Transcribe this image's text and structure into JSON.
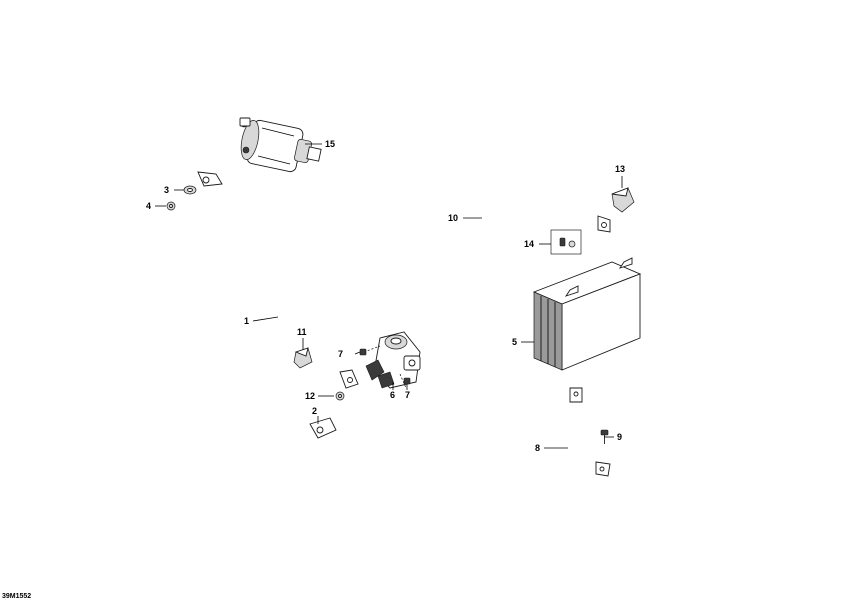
{
  "figure_ref": "39M1552",
  "callouts": {
    "c1": "1",
    "c2": "2",
    "c3": "3",
    "c4": "4",
    "c5": "5",
    "c6": "6",
    "c7a": "7",
    "c7b": "7",
    "c8": "8",
    "c9": "9",
    "c10": "10",
    "c11": "11",
    "c12": "12",
    "c13": "13",
    "c14": "14",
    "c15": "15"
  },
  "colors": {
    "line": "#1a1a1a",
    "battery_shade": "#9a9a9a",
    "background": "#ffffff"
  }
}
